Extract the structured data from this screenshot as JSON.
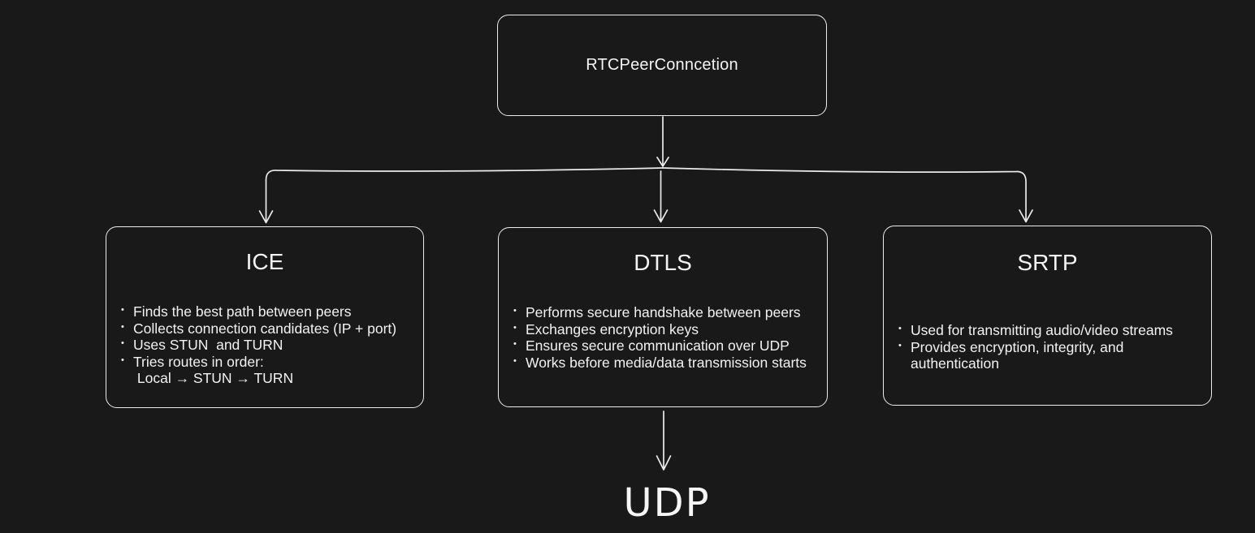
{
  "palette": {
    "background": "#191919",
    "stroke": "#ececec",
    "text": "#f2f2f2"
  },
  "diagram": {
    "bullet_char": "•",
    "root": {
      "title": "RTCPeerConncetion"
    },
    "nodes": [
      {
        "id": "ice",
        "title": "ICE",
        "lines": [
          {
            "bullet": true,
            "text": "Finds the best path between peers"
          },
          {
            "bullet": true,
            "text": "Collects connection candidates (IP + port)"
          },
          {
            "bullet": true,
            "text": "Uses STUN  and TURN"
          },
          {
            "bullet": true,
            "text": "Tries routes in order:"
          },
          {
            "bullet": false,
            "text": " Local → STUN → TURN"
          }
        ]
      },
      {
        "id": "dtls",
        "title": "DTLS",
        "lines": [
          {
            "bullet": true,
            "text": "Performs secure handshake between peers"
          },
          {
            "bullet": true,
            "text": "Exchanges encryption keys"
          },
          {
            "bullet": true,
            "text": "Ensures secure communication over UDP"
          },
          {
            "bullet": true,
            "text": "Works before media/data transmission starts"
          }
        ]
      },
      {
        "id": "srtp",
        "title": "SRTP",
        "lines": [
          {
            "bullet": true,
            "text": "Used for transmitting audio/video streams"
          },
          {
            "bullet": true,
            "text": "Provides encryption, integrity, and authentication"
          }
        ]
      }
    ],
    "leaf": {
      "title": "UDP"
    }
  }
}
